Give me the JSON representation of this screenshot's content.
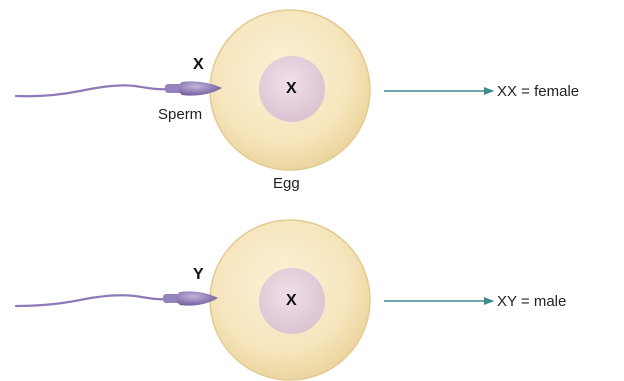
{
  "colors": {
    "egg_fill": "#f7e8c2",
    "egg_stroke": "#e6cf98",
    "nucleus_fill": "#e7d2de",
    "sperm_body": "#8a74b2",
    "sperm_tail": "#8f7ab8",
    "arrow": "#3a8a8e"
  },
  "panels": [
    {
      "sperm_chromosome": "X",
      "egg_chromosome": "X",
      "sperm_label": "Sperm",
      "egg_label": "Egg",
      "result": "XX = female"
    },
    {
      "sperm_chromosome": "Y",
      "egg_chromosome": "X",
      "result": "XY = male"
    }
  ]
}
